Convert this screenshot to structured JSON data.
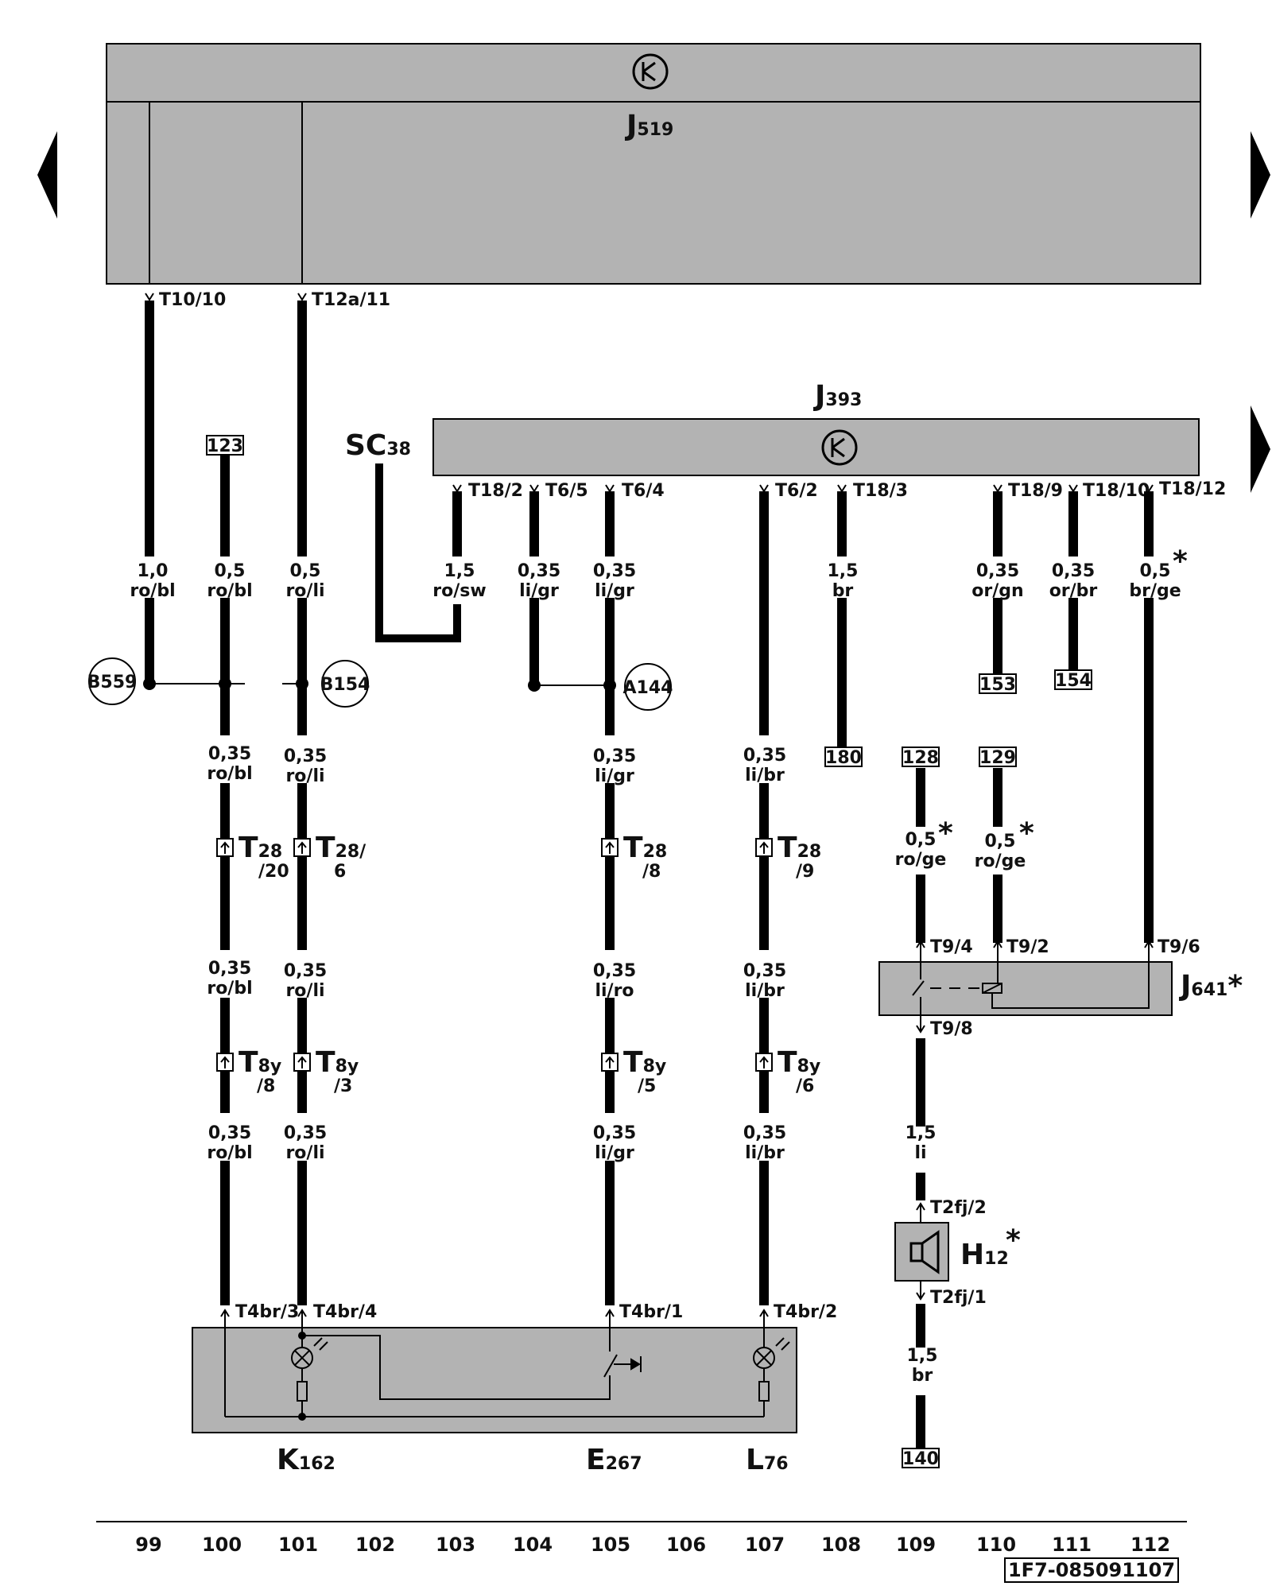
{
  "components": {
    "j519": {
      "main": "J",
      "sub": "519"
    },
    "j393": {
      "main": "J",
      "sub": "393"
    },
    "sc38": {
      "main": "SC",
      "sub": "38"
    },
    "j641": {
      "main": "J",
      "sub": "641",
      "star": "*"
    },
    "h12": {
      "main": "H",
      "sub": "12",
      "star": "*"
    },
    "k162": {
      "main": "K",
      "sub": "162"
    },
    "e267": {
      "main": "E",
      "sub": "267"
    },
    "l76": {
      "main": "L",
      "sub": "76"
    }
  },
  "terminals": {
    "t10_10": "T10/10",
    "t12a_11": "T12a/11",
    "t18_2": "T18/2",
    "t6_5": "T6/5",
    "t6_4": "T6/4",
    "t6_2": "T6/2",
    "t18_3": "T18/3",
    "t18_9": "T18/9",
    "t18_10": "T18/10",
    "t18_12": "T18/12",
    "t9_4": "T9/4",
    "t9_2": "T9/2",
    "t9_6": "T9/6",
    "t9_8": "T9/8",
    "t2fj_2": "T2fj/2",
    "t2fj_1": "T2fj/1",
    "t4br_3": "T4br/3",
    "t4br_4": "T4br/4",
    "t4br_1": "T4br/1",
    "t4br_2": "T4br/2"
  },
  "connectors": {
    "t28_20": {
      "main": "T",
      "sub": "28",
      "pin": "/20"
    },
    "t28_6": {
      "main": "T",
      "sub": "28/",
      "pin": "6"
    },
    "t28_8": {
      "main": "T",
      "sub": "28",
      "pin": "/8"
    },
    "t28_9": {
      "main": "T",
      "sub": "28",
      "pin": "/9"
    },
    "t8y_8": {
      "main": "T",
      "sub": "8y",
      "pin": "/8"
    },
    "t8y_3": {
      "main": "T",
      "sub": "8y",
      "pin": "/3"
    },
    "t8y_5": {
      "main": "T",
      "sub": "8y",
      "pin": "/5"
    },
    "t8y_6": {
      "main": "T",
      "sub": "8y",
      "pin": "/6"
    }
  },
  "wires": {
    "w99a": {
      "size": "1,0",
      "color": "ro/bl"
    },
    "w100a": {
      "size": "0,5",
      "color": "ro/bl"
    },
    "w101a": {
      "size": "0,5",
      "color": "ro/li"
    },
    "w103a": {
      "size": "1,5",
      "color": "ro/sw"
    },
    "w104a": {
      "size": "0,35",
      "color": "li/gr"
    },
    "w105a": {
      "size": "0,35",
      "color": "li/gr"
    },
    "w108a": {
      "size": "1,5",
      "color": "br"
    },
    "w110a": {
      "size": "0,35",
      "color": "or/gn"
    },
    "w111a": {
      "size": "0,35",
      "color": "or/br"
    },
    "w112a": {
      "size": "0,5",
      "color": "br/ge",
      "star": "*"
    },
    "w100b": {
      "size": "0,35",
      "color": "ro/bl"
    },
    "w101b": {
      "size": "0,35",
      "color": "ro/li"
    },
    "w105b": {
      "size": "0,35",
      "color": "li/gr"
    },
    "w107b": {
      "size": "0,35",
      "color": "li/br"
    },
    "w109b": {
      "size": "0,5",
      "color": "ro/ge",
      "star": "*"
    },
    "w110b": {
      "size": "0,5",
      "color": "ro/ge",
      "star": "*"
    },
    "w100c": {
      "size": "0,35",
      "color": "ro/bl"
    },
    "w101c": {
      "size": "0,35",
      "color": "ro/li"
    },
    "w105c": {
      "size": "0,35",
      "color": "li/ro"
    },
    "w107c": {
      "size": "0,35",
      "color": "li/br"
    },
    "w100d": {
      "size": "0,35",
      "color": "ro/bl"
    },
    "w101d": {
      "size": "0,35",
      "color": "ro/li"
    },
    "w105d": {
      "size": "0,35",
      "color": "li/gr"
    },
    "w107d": {
      "size": "0,35",
      "color": "li/br"
    },
    "w109c": {
      "size": "1,5",
      "color": "li"
    },
    "w109d": {
      "size": "1,5",
      "color": "br"
    }
  },
  "splices": {
    "b559": "B559",
    "b154": "B154",
    "a144": "A144"
  },
  "refs": {
    "r123": "123",
    "r153": "153",
    "r154": "154",
    "r180": "180",
    "r128": "128",
    "r129": "129",
    "r140": "140"
  },
  "scale": [
    "99",
    "100",
    "101",
    "102",
    "103",
    "104",
    "105",
    "106",
    "107",
    "108",
    "109",
    "110",
    "111",
    "112"
  ],
  "drawing_number": "1F7-085091107",
  "colors": {
    "module_fill": "#b3b3b3",
    "wire": "#000000",
    "background": "#ffffff"
  }
}
